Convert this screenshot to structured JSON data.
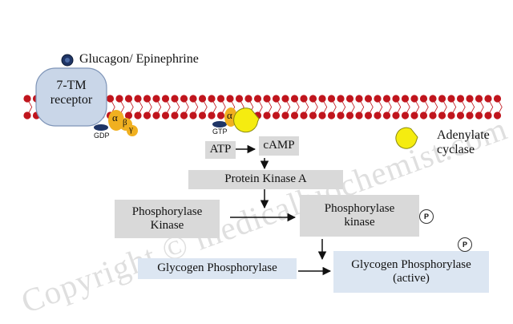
{
  "ligand": "Glucagon/ Epinephrine",
  "receptor": {
    "line1": "7-TM",
    "line2": "receptor"
  },
  "g_protein": {
    "alpha": "α",
    "beta": "β",
    "gamma": "γ",
    "alpha_active": "α"
  },
  "nucleotides": {
    "gdp": "GDP",
    "gtp": "GTP"
  },
  "enzyme_legend": {
    "line1": "Adenylate",
    "line2": "cyclase"
  },
  "atp": "ATP",
  "camp": "cAMP",
  "pka": "Protein Kinase A",
  "phosphorylase_kinase_inactive": {
    "line1": "Phosphorylase",
    "line2": "Kinase"
  },
  "phosphorylase_kinase_active": {
    "line1": "Phosphorylase",
    "line2": "kinase"
  },
  "glycogen_phosphorylase_inactive": "Glycogen Phosphorylase",
  "glycogen_phosphorylase_active": {
    "line1": "Glycogen Phosphorylase",
    "line2": "(active)"
  },
  "phosphate_label": "P",
  "watermark": "Copyright © medicalbiochemist.com",
  "colors": {
    "membrane_bead": "#c0151d",
    "receptor_fill": "#c9d6e8",
    "g_protein": "#f0b020",
    "adenylate_cyclase": "#f5ec10",
    "nucleotide": "#1f3566",
    "gray_box": "#d9d9d9",
    "blue_box": "#dce6f2"
  }
}
